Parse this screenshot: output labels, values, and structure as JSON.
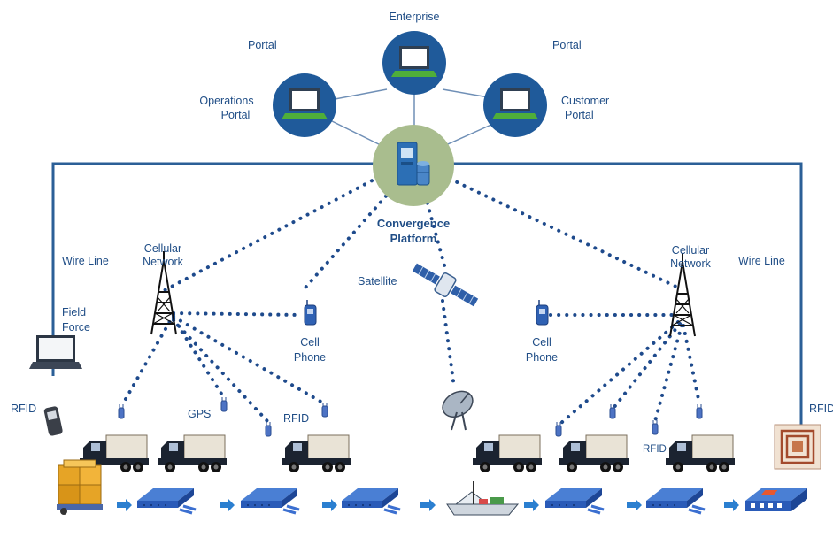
{
  "labels": {
    "enterprise": "Enterprise",
    "portal_left": "Portal",
    "portal_right": "Portal",
    "operations_portal_1": "Operations",
    "operations_portal_2": "Portal",
    "customer_portal_1": "Customer",
    "customer_portal_2": "Portal",
    "convergence_1": "Convergence",
    "convergence_2": "Platform",
    "wire_line_left": "Wire Line",
    "wire_line_right": "Wire Line",
    "cellular_left_1": "Cellular",
    "cellular_left_2": "Network",
    "cellular_right_1": "Cellular",
    "cellular_right_2": "Network",
    "satellite": "Satellite",
    "field_force_1": "Field",
    "field_force_2": "Force",
    "cell_phone_left_1": "Cell",
    "cell_phone_left_2": "Phone",
    "cell_phone_right_1": "Cell",
    "cell_phone_right_2": "Phone",
    "rfid_left": "RFID",
    "gps": "GPS",
    "rfid_mid": "RFID",
    "rfid_truck_right": "RFID",
    "rfid_far_right": "RFID"
  },
  "colors": {
    "line": "#2b5f97",
    "dots": "#1e4a8c",
    "portal_circle": "#1f5a9a",
    "platform_circle": "#a9bd8e",
    "text": "#1f4d86",
    "arrow": "#2b7fd0"
  }
}
